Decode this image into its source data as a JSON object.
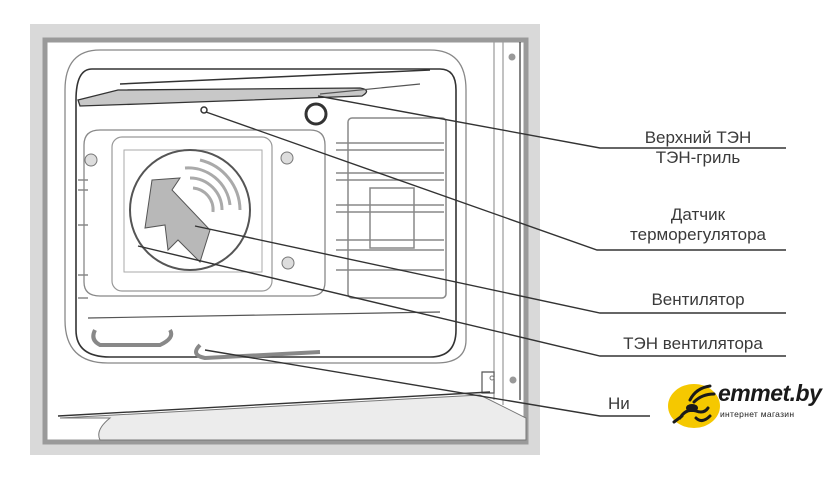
{
  "diagram": {
    "title": "Oven interior components",
    "labels": [
      {
        "id": "top-heater",
        "lines": [
          "Верхний ТЭН",
          "ТЭН-гриль"
        ]
      },
      {
        "id": "thermostat-sensor",
        "lines": [
          "Датчик",
          "терморегулятора"
        ]
      },
      {
        "id": "fan",
        "lines": [
          "Вентилятор"
        ]
      },
      {
        "id": "fan-heater",
        "lines": [
          "ТЭН вентилятора"
        ]
      },
      {
        "id": "bottom-heater",
        "lines": [
          "Ни"
        ]
      }
    ]
  },
  "watermark": {
    "brand": "emmet.by",
    "tagline": "интернет магазин",
    "accent_color": "#f5c800"
  },
  "colors": {
    "frame": "#d9d9d9",
    "frame_inner": "#9a9a9a",
    "line": "#333333",
    "fill_gray": "#b8b8b8"
  }
}
